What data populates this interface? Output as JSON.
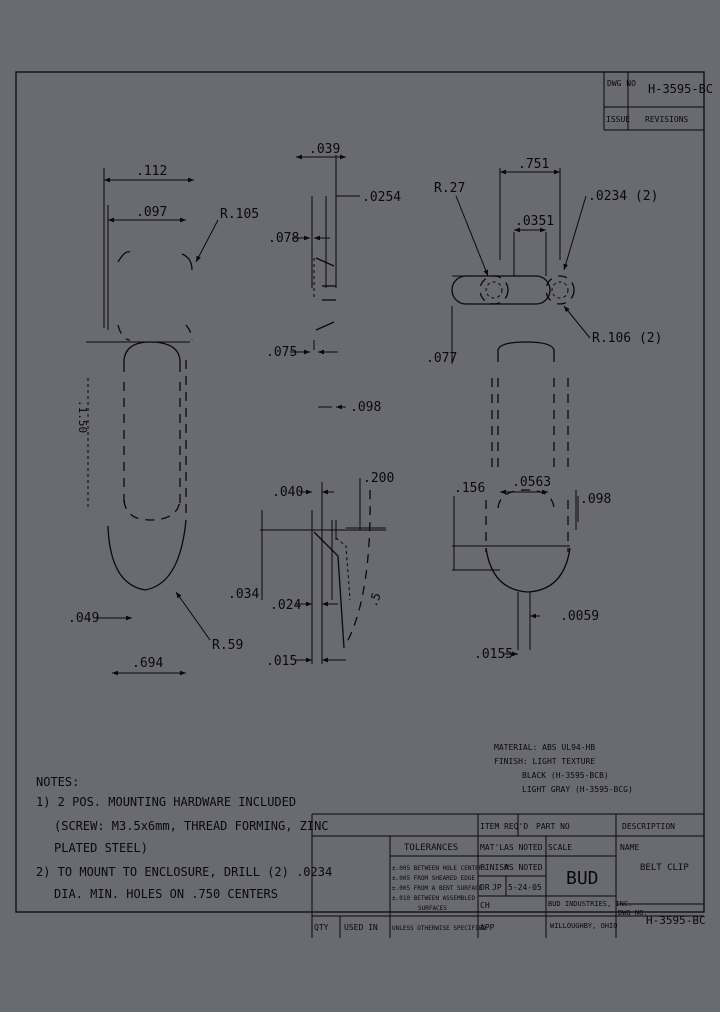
{
  "header": {
    "dwg_no_label": "DWG NO",
    "dwg_no": "H-3595-BC",
    "issue_label": "ISSUE",
    "revisions_label": "REVISIONS"
  },
  "dims": {
    "d112": ".112",
    "d097": ".097",
    "r105": "R.105",
    "r59": "R.59",
    "d049": ".049",
    "d694": ".694",
    "vertical_dim": ".1.50",
    "d039": ".039",
    "d0254": ".0254",
    "d078": ".078",
    "d075": ".075",
    "d098_mid": ".098",
    "d040": ".040",
    "d200": ".200",
    "d034": ".034",
    "d024": ".024",
    "d015": ".015",
    "r27": "R.27",
    "d751": ".751",
    "d0234": ".0234 (2)",
    "d0351": ".0351",
    "r106": "R.106 (2)",
    "d077": ".077",
    "d156_top": ".156",
    "d0563": ".0563",
    "d098_right": ".098",
    "d0059": ".0059",
    "d155": ".0155"
  },
  "material": {
    "line1": "MATERIAL: ABS UL94-HB",
    "line2": "FINISH: LIGHT TEXTURE",
    "line3": "BLACK (H-3595-BCB)",
    "line4": "LIGHT GRAY (H-3595-BCG)"
  },
  "notes": {
    "title": "NOTES:",
    "n1a": "1) 2 POS. MOUNTING HARDWARE INCLUDED",
    "n1b": "(SCREW: M3.5x6mm, THREAD FORMING, ZINC",
    "n1c": "PLATED STEEL)",
    "n2a": "2) TO MOUNT TO ENCLOSURE, DRILL (2) .0234",
    "n2b": "DIA. MIN. HOLES ON .750 CENTERS"
  },
  "title_block": {
    "item_req": "ITEM REQ'D",
    "part_no": "PART NO",
    "description": "DESCRIPTION",
    "tolerances": "TOLERANCES",
    "tol1": "±.005 BETWEEN HOLE CENTERS",
    "tol2": "±.005 FROM SHEARED EDGE",
    "tol3": "±.005 FROM A BENT SURFACE",
    "tol4": "±.010 BETWEEN ASSEMBLED",
    "tol5": "SURFACES",
    "unless": "UNLESS OTHERWISE SPECIFIED",
    "matl_label": "MAT'L",
    "matl_value": "AS NOTED",
    "scale_label": "SCALE",
    "name_label": "NAME",
    "name_value": "BELT CLIP",
    "finish_label": "FINISH",
    "finish_value": "AS NOTED",
    "dr_label": "DR",
    "dr_value": "JP",
    "date_value": "5-24-05",
    "logo": "BUD",
    "ch_label": "CH",
    "company": "BUD INDUSTRIES, INC.",
    "city": "WILLOUGHBY, OHIO",
    "app_label": "APP",
    "dwg_label": "DWG NO.",
    "dwg_value": "H-3595-BC",
    "qty": "QTY",
    "used_in": "USED IN"
  }
}
